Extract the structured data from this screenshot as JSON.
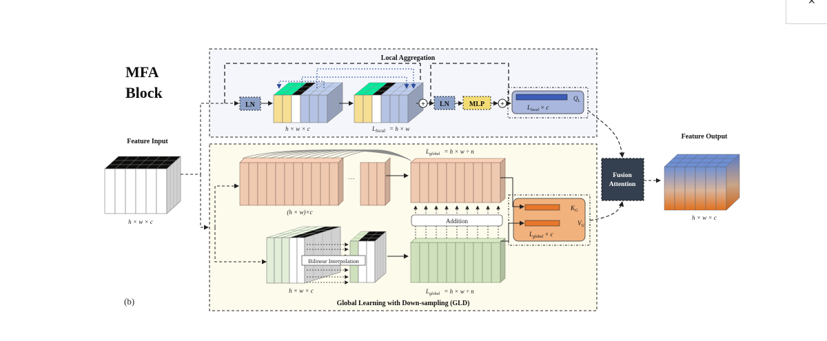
{
  "block_title_line1": "MFA",
  "block_title_line2": "Block",
  "panel_label": "(b)",
  "feature_input": {
    "label": "Feature Input",
    "dims": "h × w × c"
  },
  "feature_output": {
    "label": "Feature Output",
    "dims": "h × w × c"
  },
  "local_aggregation": {
    "title": "Local Aggregation",
    "ln1": "LN",
    "ln2": "LN",
    "mlp": "MLP",
    "cube_dims": "h × w × c",
    "local_tokens": "L",
    "local_tokens_sub": "local",
    "local_tokens_eq": "= h × w",
    "q_label": "Q",
    "q_sub": "L",
    "q_tokens": "L",
    "q_tokens_sub": "local",
    "q_tokens_tail": "× c"
  },
  "global_learning": {
    "title": "Global Learning with Down-sampling (GLD)",
    "seq_dims": "(h × w)×c",
    "ellipsis": "···",
    "global_top": "L",
    "global_top_sub": "global",
    "global_top_eq": "= h × w ÷ n",
    "global_bottom": "L",
    "global_bottom_sub": "global",
    "global_bottom_eq": "= h × w ÷ n",
    "addition": "Addition",
    "bilinear": "Bilinear Interpolation",
    "cube_dims": "h × w × c",
    "k_label": "K",
    "k_sub": "G",
    "v_label": "V",
    "v_sub": "G",
    "kv_tokens": "L",
    "kv_tokens_sub": "global",
    "kv_tokens_tail": "× c"
  },
  "fusion": {
    "line1": "Fusion",
    "line2": "Attention"
  },
  "plus": "+",
  "colors": {
    "local_bg": "#f4f6fb",
    "global_bg": "#fdfbec",
    "ln_fill": "#8fa3c8",
    "mlp_fill": "#f3dc74",
    "q_fill": "#a9b7de",
    "q_bar": "#3b5cb8",
    "kv_fill": "#f2b27e",
    "kv_bar": "#e7772b",
    "fusion_fill": "#34404f",
    "peach": "#f0c9b1",
    "green": "#cfe0bd",
    "yellow": "#f6de93",
    "blue": "#b4c3e3"
  }
}
